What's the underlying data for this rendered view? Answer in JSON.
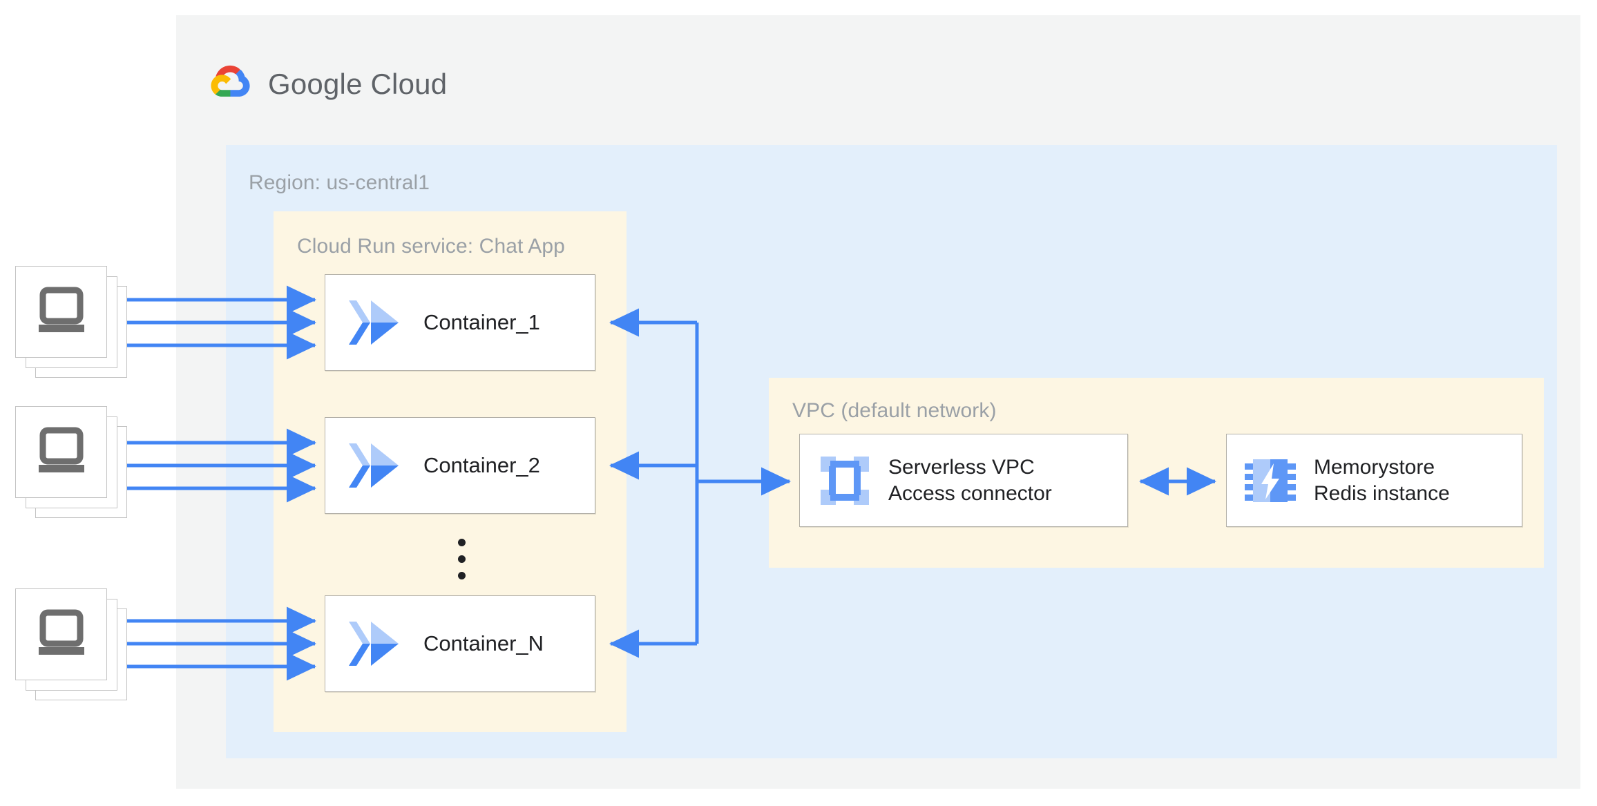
{
  "brand": {
    "logo_icon": "google-cloud-logo-icon",
    "wordmark_primary": "Google",
    "wordmark_secondary": "Cloud",
    "colors": {
      "red": "#EA4335",
      "yellow": "#FBBC04",
      "green": "#34A853",
      "blue": "#4285F4",
      "wordmark_gray": "#5F6368"
    }
  },
  "zones": {
    "cloud_panel": {
      "name": "Google Cloud panel",
      "background": "#F3F4F4"
    },
    "region": {
      "label": "Region: us-central1",
      "background": "#E3EFFB"
    },
    "cloud_run": {
      "label": "Cloud Run service: Chat App",
      "background": "#FDF6E3"
    },
    "vpc": {
      "label": "VPC (default network)",
      "background": "#FDF6E3"
    }
  },
  "containers": [
    {
      "label": "Container_1",
      "icon": "cloud-run-icon"
    },
    {
      "label": "Container_2",
      "icon": "cloud-run-icon"
    },
    {
      "label": "Container_N",
      "icon": "cloud-run-icon"
    }
  ],
  "ellipsis": {
    "name": "vertical-ellipsis",
    "dots": 3
  },
  "clients": [
    {
      "icon": "laptop-icon",
      "stack_count": 3
    },
    {
      "icon": "laptop-icon",
      "stack_count": 3
    },
    {
      "icon": "laptop-icon",
      "stack_count": 3
    }
  ],
  "services": {
    "vpc_connector": {
      "label": "Serverless VPC\nAccess connector",
      "icon": "serverless-vpc-access-connector-icon"
    },
    "memorystore": {
      "label": "Memorystore\nRedis instance",
      "icon": "memorystore-redis-icon"
    }
  },
  "connections": {
    "arrow_color": "#4285F4",
    "client_to_container_lanes": 3,
    "container_bus": "containers connect to a shared vertical bus that routes to the Serverless VPC Access connector",
    "connector_to_memorystore": "bidirectional"
  },
  "icon_colors": {
    "light_blue": "#AECBFA",
    "blue": "#5E97F6",
    "strong_blue": "#4285F4",
    "laptop_gray": "#6E6E6E",
    "card_border": "#C3C3C3",
    "node_border": "#B3B0A8",
    "label_gray": "#9AA0A6",
    "text_dark": "#202124"
  }
}
